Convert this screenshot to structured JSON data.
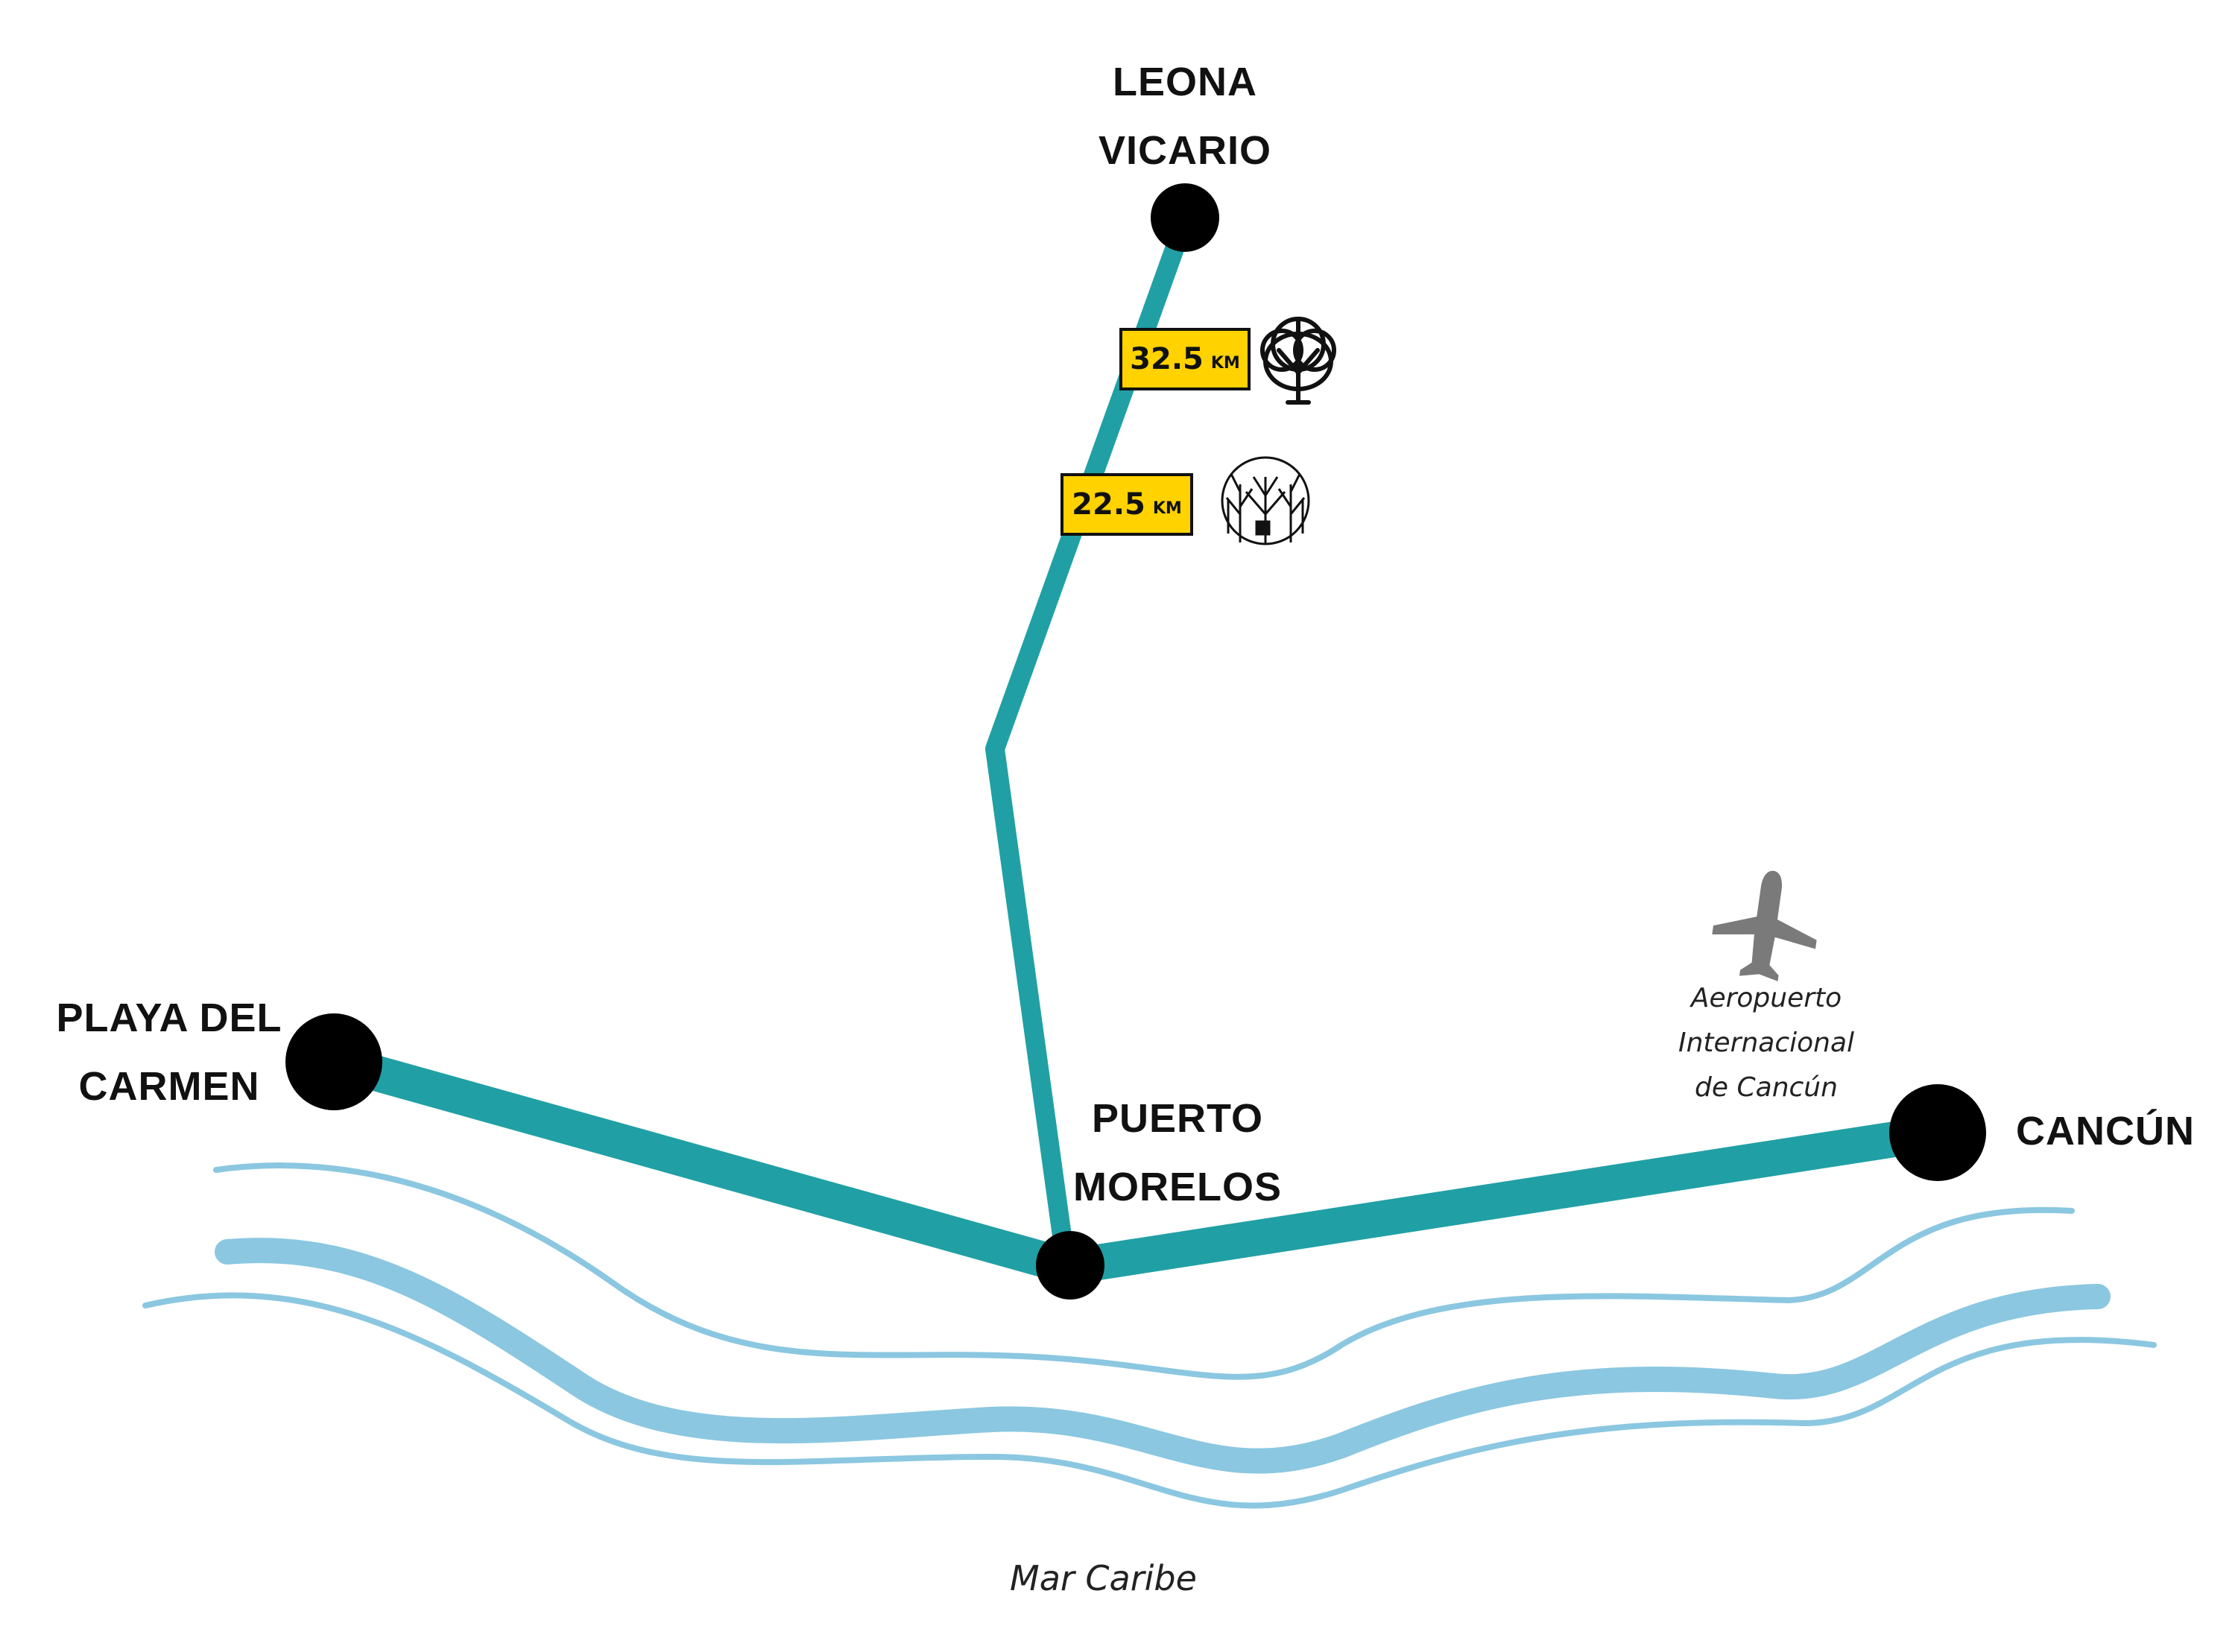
{
  "colors": {
    "route": "#20A0A4",
    "node": "#000000",
    "sea": "#8BC7E0",
    "badge": "#FFD200",
    "airplane": "#7A7A7A"
  },
  "cities": {
    "leona_vicario": [
      "LEONA",
      "VICARIO"
    ],
    "playa_del_carmen": [
      "PLAYA DEL",
      "CARMEN"
    ],
    "puerto_morelos": [
      "PUERTO",
      "MORELOS"
    ],
    "cancun": [
      "CANCÚN"
    ]
  },
  "distances": [
    {
      "value": "32.5",
      "unit": "KM",
      "icon": "tree-logo-icon"
    },
    {
      "value": "22.5",
      "unit": "KM",
      "icon": "forest-house-icon"
    }
  ],
  "airport": {
    "icon": "airplane-icon",
    "lines": [
      "Aeropuerto",
      "Internacional",
      "de Cancún"
    ]
  },
  "sea_label": "Mar Caribe"
}
